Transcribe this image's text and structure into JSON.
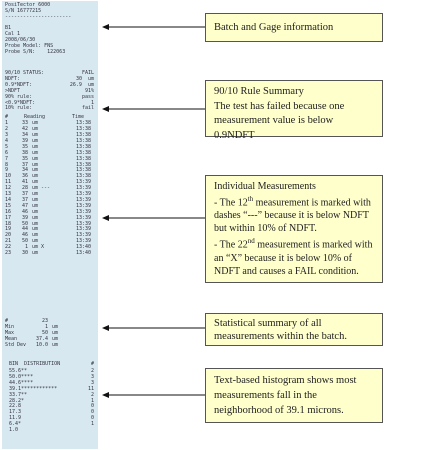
{
  "receipt": {
    "header": [
      "PosiTector 6000",
      "S/N 16777215"
    ],
    "separator": "----------------------",
    "batch": [
      "B1",
      "Cal 1",
      "2008/06/30",
      "Probe Model: FNS",
      "Probe S/N:    122063"
    ],
    "rule_status": [
      {
        "label": "90/10 STATUS:",
        "value": "FAIL"
      },
      {
        "label": "NDFT:",
        "value": "30  um"
      },
      {
        "label": "0.9*NDFT:",
        "value": "26.9  um"
      },
      {
        "label": ">NDFT",
        "value": "91%"
      },
      {
        "label": "90% rule:",
        "value": "pass"
      },
      {
        "label": "<0.9*NDFT:",
        "value": "1"
      },
      {
        "label": "10% rule:",
        "value": "fail"
      }
    ],
    "readings_header": {
      "num": "#",
      "reading": "Reading",
      "time": "Time"
    },
    "readings": [
      {
        "n": "1",
        "v": "33",
        "u": "um",
        "f": "",
        "t": "13:38"
      },
      {
        "n": "2",
        "v": "42",
        "u": "um",
        "f": "",
        "t": "13:38"
      },
      {
        "n": "3",
        "v": "34",
        "u": "um",
        "f": "",
        "t": "13:38"
      },
      {
        "n": "4",
        "v": "39",
        "u": "um",
        "f": "",
        "t": "13:38"
      },
      {
        "n": "5",
        "v": "35",
        "u": "um",
        "f": "",
        "t": "13:38"
      },
      {
        "n": "6",
        "v": "38",
        "u": "um",
        "f": "",
        "t": "13:38"
      },
      {
        "n": "7",
        "v": "35",
        "u": "um",
        "f": "",
        "t": "13:38"
      },
      {
        "n": "8",
        "v": "37",
        "u": "um",
        "f": "",
        "t": "13:38"
      },
      {
        "n": "9",
        "v": "34",
        "u": "um",
        "f": "",
        "t": "13:38"
      },
      {
        "n": "10",
        "v": "36",
        "u": "um",
        "f": "",
        "t": "13:38"
      },
      {
        "n": "11",
        "v": "41",
        "u": "um",
        "f": "",
        "t": "13:39"
      },
      {
        "n": "12",
        "v": "28",
        "u": "um",
        "f": "---",
        "t": "13:39"
      },
      {
        "n": "13",
        "v": "37",
        "u": "um",
        "f": "",
        "t": "13:39"
      },
      {
        "n": "14",
        "v": "37",
        "u": "um",
        "f": "",
        "t": "13:39"
      },
      {
        "n": "15",
        "v": "47",
        "u": "um",
        "f": "",
        "t": "13:39"
      },
      {
        "n": "16",
        "v": "46",
        "u": "um",
        "f": "",
        "t": "13:39"
      },
      {
        "n": "17",
        "v": "39",
        "u": "um",
        "f": "",
        "t": "13:39"
      },
      {
        "n": "18",
        "v": "50",
        "u": "um",
        "f": "",
        "t": "13:39"
      },
      {
        "n": "19",
        "v": "44",
        "u": "um",
        "f": "",
        "t": "13:39"
      },
      {
        "n": "20",
        "v": "46",
        "u": "um",
        "f": "",
        "t": "13:39"
      },
      {
        "n": "21",
        "v": "50",
        "u": "um",
        "f": "",
        "t": "13:39"
      },
      {
        "n": "22",
        "v": "1",
        "u": "um",
        "f": "X",
        "t": "13:40"
      },
      {
        "n": "23",
        "v": "30",
        "u": "um",
        "f": "",
        "t": "13:40"
      }
    ],
    "stats": [
      {
        "label": "#",
        "value": "23",
        "unit": ""
      },
      {
        "label": "Min",
        "value": "1",
        "unit": "um"
      },
      {
        "label": "Max",
        "value": "50",
        "unit": "um"
      },
      {
        "label": "Mean",
        "value": "37.4",
        "unit": "um"
      },
      {
        "label": "Std Dev",
        "value": "10.0",
        "unit": "um"
      }
    ],
    "bins_header": {
      "title": "BIN  DISTRIBUTION",
      "count": "#"
    },
    "bins": [
      {
        "b": "55.6**",
        "c": "2"
      },
      {
        "b": "50.0****",
        "c": "3"
      },
      {
        "b": "44.6****",
        "c": "3"
      },
      {
        "b": "39.1************",
        "c": "11"
      },
      {
        "b": "33.7**",
        "c": "2"
      },
      {
        "b": "28.2*",
        "c": "1"
      },
      {
        "b": "22.8",
        "c": "0"
      },
      {
        "b": "17.3",
        "c": "0"
      },
      {
        "b": "11.9",
        "c": "0"
      },
      {
        "b": "6.4*",
        "c": "1"
      },
      {
        "b": "1.0",
        "c": ""
      }
    ]
  },
  "callouts": {
    "batch": "Batch and Gage information",
    "rule_title": "90/10 Rule  Summary",
    "rule_body": "The test has failed  because one measurement value is below 0.9NDFT",
    "individual_title": "Individual  Measurements",
    "individual_l1a": " - The 12",
    "individual_l1sup": "th",
    "individual_l1b": "measurement is marked with dashes “---” because it is below NDFT but within  10% of NDFT.",
    "individual_l2a": " - The 22",
    "individual_l2sup": "nd",
    "individual_l2b": "measurement is marked with an “X”  because it is below 10% of NDFT and causes a FAIL condition.",
    "stats": "Statistical  summary of  all measurements  within the batch.",
    "histogram": "Text-based histogram shows most measurements fall in  the neighborhood  of 39.1 microns."
  }
}
